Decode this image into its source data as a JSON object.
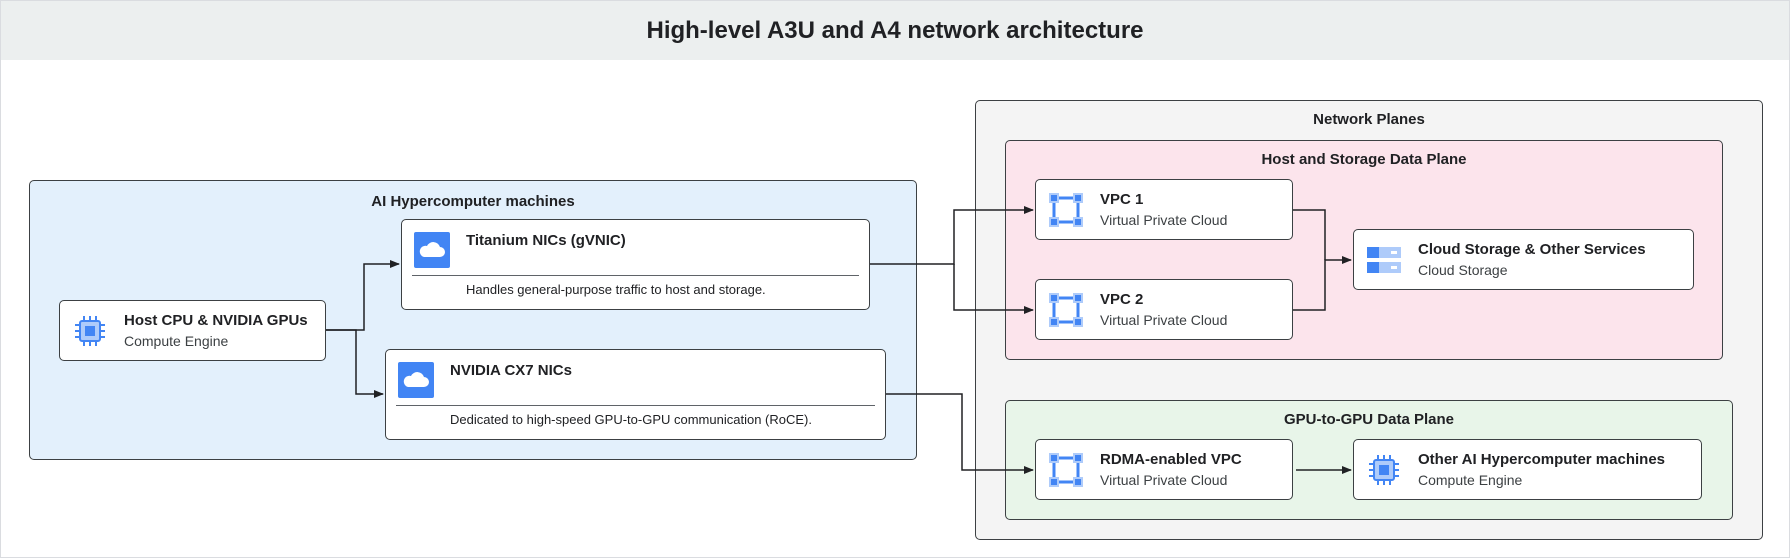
{
  "title": "High-level A3U and A4 network architecture",
  "groups": {
    "ai": {
      "label": "AI Hypercomputer machines",
      "color": "#e3f0fc"
    },
    "planes": {
      "label": "Network Planes",
      "color": "#f4f4f4"
    },
    "host_storage": {
      "label": "Host and Storage Data Plane",
      "color": "#fce4ec"
    },
    "gpu_gpu": {
      "label": "GPU-to-GPU Data Plane",
      "color": "#e8f5e9"
    }
  },
  "nodes": {
    "host": {
      "title": "Host CPU & NVIDIA GPUs",
      "subtitle": "Compute Engine",
      "icon": "chip-icon"
    },
    "titanium": {
      "title": "Titanium NICs (gVNIC)",
      "description": "Handles general-purpose traffic to host and storage.",
      "icon": "cloud-icon"
    },
    "cx7": {
      "title": "NVIDIA CX7 NICs",
      "description": "Dedicated to high-speed GPU-to-GPU communication (RoCE).",
      "icon": "cloud-icon"
    },
    "vpc1": {
      "title": "VPC 1",
      "subtitle": "Virtual Private Cloud",
      "icon": "vpc-icon"
    },
    "vpc2": {
      "title": "VPC 2",
      "subtitle": "Virtual Private Cloud",
      "icon": "vpc-icon"
    },
    "storage": {
      "title": "Cloud Storage & Other Services",
      "subtitle": "Cloud Storage",
      "icon": "storage-icon"
    },
    "rdma": {
      "title": "RDMA-enabled VPC",
      "subtitle": "Virtual Private Cloud",
      "icon": "vpc-icon"
    },
    "other_ai": {
      "title": "Other AI Hypercomputer machines",
      "subtitle": "Compute Engine",
      "icon": "chip-icon"
    }
  },
  "colors": {
    "icon_blue": "#4285f4",
    "icon_light": "#aecbfa",
    "stroke": "#202124"
  }
}
